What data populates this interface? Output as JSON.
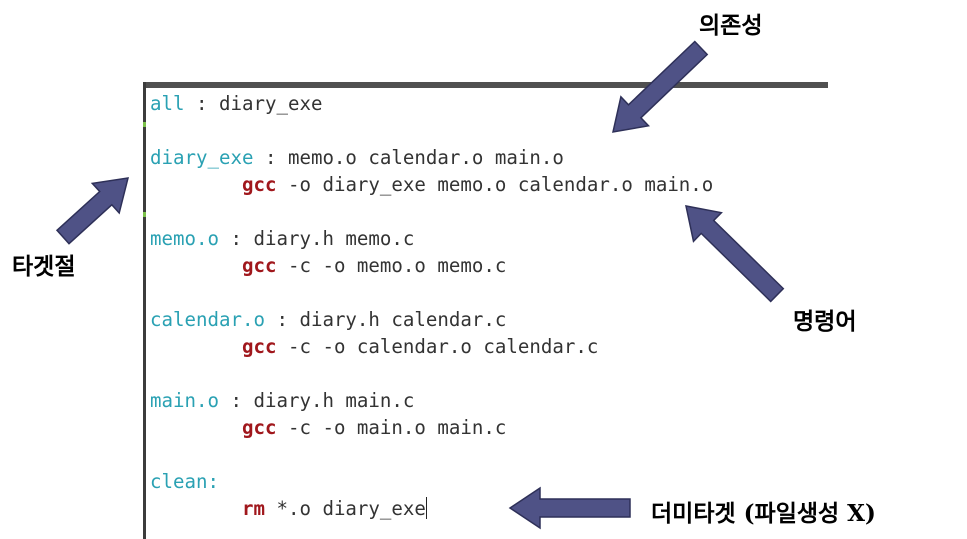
{
  "code_lines": [
    {
      "target": "all",
      "rest": " : diary_exe"
    },
    {
      "blank": ""
    },
    {
      "target": "diary_exe",
      "rest": " : memo.o calendar.o main.o"
    },
    {
      "indent": "        ",
      "cmd": "gcc",
      "rest": " -o diary_exe memo.o calendar.o main.o"
    },
    {
      "blank": ""
    },
    {
      "target": "memo.o",
      "rest": " : diary.h memo.c"
    },
    {
      "indent": "        ",
      "cmd": "gcc",
      "rest": " -c -o memo.o memo.c"
    },
    {
      "blank": ""
    },
    {
      "target": "calendar.o",
      "rest": " : diary.h calendar.c"
    },
    {
      "indent": "        ",
      "cmd": "gcc",
      "rest": " -c -o calendar.o calendar.c"
    },
    {
      "blank": ""
    },
    {
      "target": "main.o",
      "rest": " : diary.h main.c"
    },
    {
      "indent": "        ",
      "cmd": "gcc",
      "rest": " -c -o main.o main.c"
    },
    {
      "blank": ""
    },
    {
      "target": "clean:",
      "rest": ""
    },
    {
      "indent": "        ",
      "cmd": "rm",
      "rest": " *.o diary_exe"
    }
  ],
  "annotations": {
    "dependency": "의존성",
    "target_line": "타겟절",
    "command": "명령어",
    "dummy_target": "더미타겟 (파일생성 X)"
  },
  "colors": {
    "target": "#2aa1b3",
    "command": "#a0171c",
    "text": "#333333",
    "arrow_fill": "#4f5286",
    "arrow_stroke": "#2e3058"
  }
}
